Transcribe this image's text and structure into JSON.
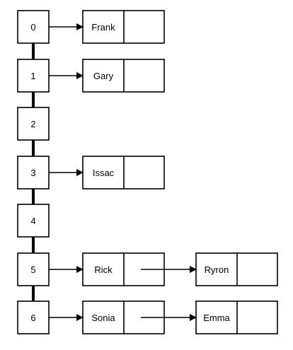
{
  "diagram": {
    "slots": [
      {
        "index": "0",
        "chain": [
          "Frank"
        ]
      },
      {
        "index": "1",
        "chain": [
          "Gary"
        ]
      },
      {
        "index": "2",
        "chain": []
      },
      {
        "index": "3",
        "chain": [
          "Issac"
        ]
      },
      {
        "index": "4",
        "chain": []
      },
      {
        "index": "5",
        "chain": [
          "Rick",
          "Ryron"
        ]
      },
      {
        "index": "6",
        "chain": [
          "Sonia",
          "Emma"
        ]
      }
    ]
  }
}
